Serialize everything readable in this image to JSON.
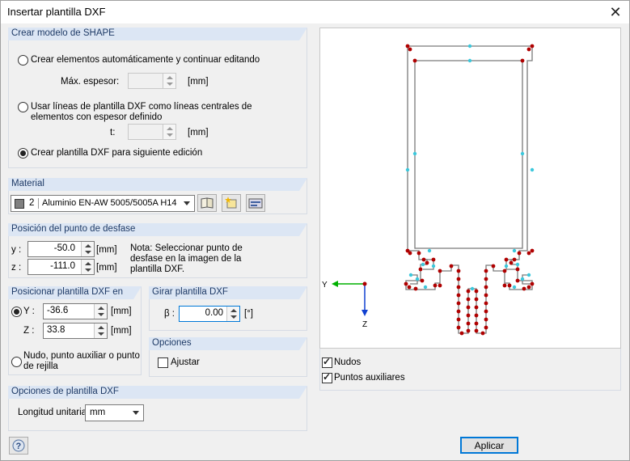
{
  "window": {
    "title": "Insertar plantilla DXF"
  },
  "shape": {
    "header": "Crear modelo de SHAPE",
    "option1": "Crear elementos automáticamente y continuar editando",
    "max_thickness_label": "Máx. espesor:",
    "max_thickness_unit": "[mm]",
    "option2_line1": "Usar líneas de plantilla DXF como líneas centrales de",
    "option2_line2": "elementos con espesor definido",
    "t_label": "t:",
    "t_unit": "[mm]",
    "option3": "Crear plantilla DXF para siguiente edición",
    "selected": "option3"
  },
  "material": {
    "header": "Material",
    "number": "2",
    "name": "Aluminio EN-AW 5005/5005A H14",
    "swatch_color": "#808080"
  },
  "offset": {
    "header": "Posición del punto de desfase",
    "y_label": "y :",
    "y_value": "-50.0",
    "y_unit": "[mm]",
    "z_label": "z :",
    "z_value": "-111.0",
    "z_unit": "[mm]",
    "note": "Nota: Seleccionar punto de desfase en la imagen de la plantilla DXF.",
    "note_line1": "Nota: Seleccionar punto de",
    "note_line2": "desfase en la imagen de la",
    "note_line3": "plantilla DXF."
  },
  "position": {
    "header": "Posicionar plantilla DXF en",
    "y_label": "Y :",
    "y_value": "-36.6",
    "y_unit": "[mm]",
    "z_label": "Z :",
    "z_value": "33.8",
    "z_unit": "[mm]",
    "node_line1": "Nudo, punto auxiliar o punto",
    "node_line2": "de rejilla",
    "selected": "Y"
  },
  "rotate": {
    "header": "Girar plantilla DXF",
    "beta_label": "β :",
    "beta_value": "0.00",
    "beta_unit": "[°]"
  },
  "options": {
    "header": "Opciones",
    "adjust": "Ajustar",
    "adjust_checked": false
  },
  "dxf_options": {
    "header": "Opciones de plantilla DXF",
    "unit_length_label": "Longitud unitaria",
    "unit_length_value": "mm"
  },
  "preview": {
    "axis_y": "Y",
    "axis_z": "Z",
    "nodes_label": "Nudos",
    "nodes_checked": true,
    "aux_points_label": "Puntos auxiliares",
    "aux_points_checked": true
  },
  "footer": {
    "apply_label": "Aplicar"
  },
  "colors": {
    "group_header": "#dce6f4",
    "outline": "#7a7a7a",
    "node": "#b00000",
    "aux_point": "#3cc8dc",
    "axis_y": "#00b000",
    "axis_z": "#1040d0"
  }
}
